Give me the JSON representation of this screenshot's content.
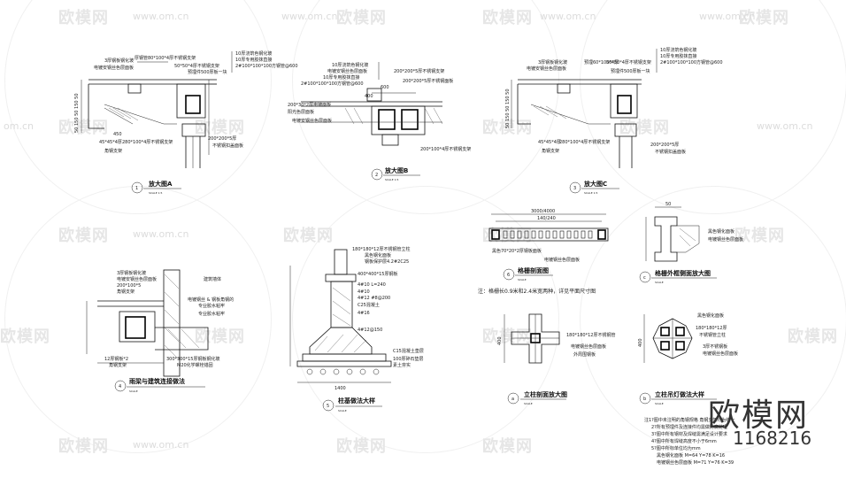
{
  "watermarks": {
    "brand_cn": "欧模网",
    "url": "www.om.cn",
    "url_short": "om.cn"
  },
  "brand_badge": {
    "name": "欧模网",
    "id_prefix": "1",
    "id_number": "168216"
  },
  "details": [
    {
      "num": "1",
      "title": "放大图A",
      "scale": "SCALE 1:5"
    },
    {
      "num": "2",
      "title": "放大图B",
      "scale": "SCALE 1:5"
    },
    {
      "num": "3",
      "title": "放大图C",
      "scale": "SCALE 1:5"
    },
    {
      "num": "4",
      "title": "雨梁与建筑连接做法",
      "scale": "SCALE"
    },
    {
      "num": "5",
      "title": "柱基做法大样",
      "scale": "SCALE"
    },
    {
      "num": "6",
      "title": "格栅剖面图",
      "scale": "SCALE"
    },
    {
      "num": "c",
      "title": "格栅外框侧面放大图",
      "scale": "SCALE"
    },
    {
      "num": "a",
      "title": "立柱剖面放大图",
      "scale": "SCALE"
    },
    {
      "num": "b",
      "title": "立柱吊灯做法大样",
      "scale": "SCALE"
    }
  ],
  "labels": {
    "d1_top_a": "3厚钢板钢化玻",
    "d1_top_b": "电镀安钢丝色层面板",
    "d1_top_c": "厚钢管80*100*4厚不锈钢支架",
    "d1_r1": "10厚浇筑色钢化玻",
    "d1_r2": "10厚专用胶抹直接",
    "d1_r3": "50*50*4厚不锈钢支架",
    "d1_r4": "2#100*100*100方钢管@600",
    "d1_r5": "预埋件500厚板一块",
    "d1_b1": "45*45*4厚",
    "d1_b2": "280*100*4厚不锈钢支架",
    "d1_b3": "角钢支架",
    "d1_b4": "200*200*5厚",
    "d1_b5": "不锈钢扣盖面板",
    "d1_left": "50 150 50 150 50",
    "d1_dim": "450",
    "d2_r1": "10厚浇筑色钢化玻",
    "d2_r2": "电镀安钢丝色层面板",
    "d2_r3": "200*200*5厚不锈钢支架",
    "d2_r4": "10厚专用胶抹直接",
    "d2_r5": "2#100*100*100方钢管@600",
    "d2_r6": "200*200*5厚不锈钢面板",
    "d2_l1": "200*30*2厚电镀面板",
    "d2_l2": "阳光色层面板",
    "d2_l3": "电镀安钢丝色层面板",
    "d2_b1": "200*100*4厚不锈钢支架",
    "d2_dim1": "600",
    "d2_dim2": "400",
    "d3_top_a": "3厚钢板钢化玻",
    "d3_top_b": "电镀安钢丝色层面板",
    "d3_top_c": "预埋60*100*4厚",
    "d3_r1": "10厚浇筑色钢化玻",
    "d3_r2": "10厚专用胶抹直接",
    "d3_r3": "50*50*4厚不锈钢支架",
    "d3_r4": "2#100*100*100方钢管@600",
    "d3_r5": "预埋件500厚板一块",
    "d3_b1": "45*45*4厚",
    "d3_b2": "280*100*4厚不锈钢支架",
    "d3_b3": "角钢支架",
    "d3_b4": "200*200*5厚",
    "d3_b5": "不锈钢扣盖面板",
    "d4_l1": "3厚钢板钢化玻",
    "d4_l2": "电镀安钢丝色层面板",
    "d4_l3": "200*100*5",
    "d4_l4": "角钢支架",
    "d4_r1": "建筑墙体",
    "d4_r2": "电镀钢丝 & 钢板角钢的",
    "d4_r3": "专业胶水粘牢",
    "d4_r4": "专业胶水粘牢",
    "d4_b1": "12厚钢板*2",
    "d4_b2": "角钢支架",
    "d4_b3": "300*300*15厚钢板钢化玻",
    "d4_b4": "M20化学螺栓锚固",
    "d5_t1": "180*180*12厚不锈钢管立柱",
    "d5_t2": "黑色钢化面板",
    "d5_t3": "钢板保护层4.2#2C25",
    "d5_t4": "400*400*15厚钢板",
    "d5_t5": "4#10 L=240",
    "d5_t6": "4#10",
    "d5_t7": "4#12 #8@200",
    "d5_t8": "C25混凝土",
    "d5_t9": "4#16",
    "d5_t10": "4#12@150",
    "d5_t11": "C15混凝土垫层",
    "d5_t12": "100厚碎石垫层",
    "d5_t13": "素土夯实",
    "d5_base": "1400",
    "d6_top": "3000/4000",
    "d6_top2": "140/240",
    "d6_l1": "黑色70*20*2厚钢板面板",
    "d6_r1": "电镀钢丝色层面板",
    "d6_note": "注：格栅长0.9米和2.4米宽两种，详见平面尺寸图",
    "dc_r1": "黑色钢化面板",
    "dc_r2": "电镀钢丝色层面板",
    "dc_top": "50",
    "da_r1": "180*180*12厚不锈钢管",
    "da_r2": "电镀钢丝色层面板",
    "da_r3": "外周围钢板",
    "da_dim": "400",
    "db_r1": "黑色钢化面板",
    "db_r2": "180*180*12厚",
    "db_r3": "不锈钢管立柱",
    "db_r4": "3厚不锈钢板",
    "db_r5": "电镀钢丝色层面板",
    "db_dim": "400"
  },
  "notes": [
    "注1?图中未注明的角钢规格 角钢支架均为统一",
    "2?所有预埋件及连接件均需做防腐处理",
    "3?图中所有钢材及焊缝需满足设计要求",
    "4?图中所有焊缝高度不小于6mm",
    "5?图中所标单位均为mm"
  ],
  "color_codes": [
    "黑色钢化面板 M=64 Y=78 K=16",
    "电镀钢丝色层面板 M=71 Y=76 K=39"
  ]
}
